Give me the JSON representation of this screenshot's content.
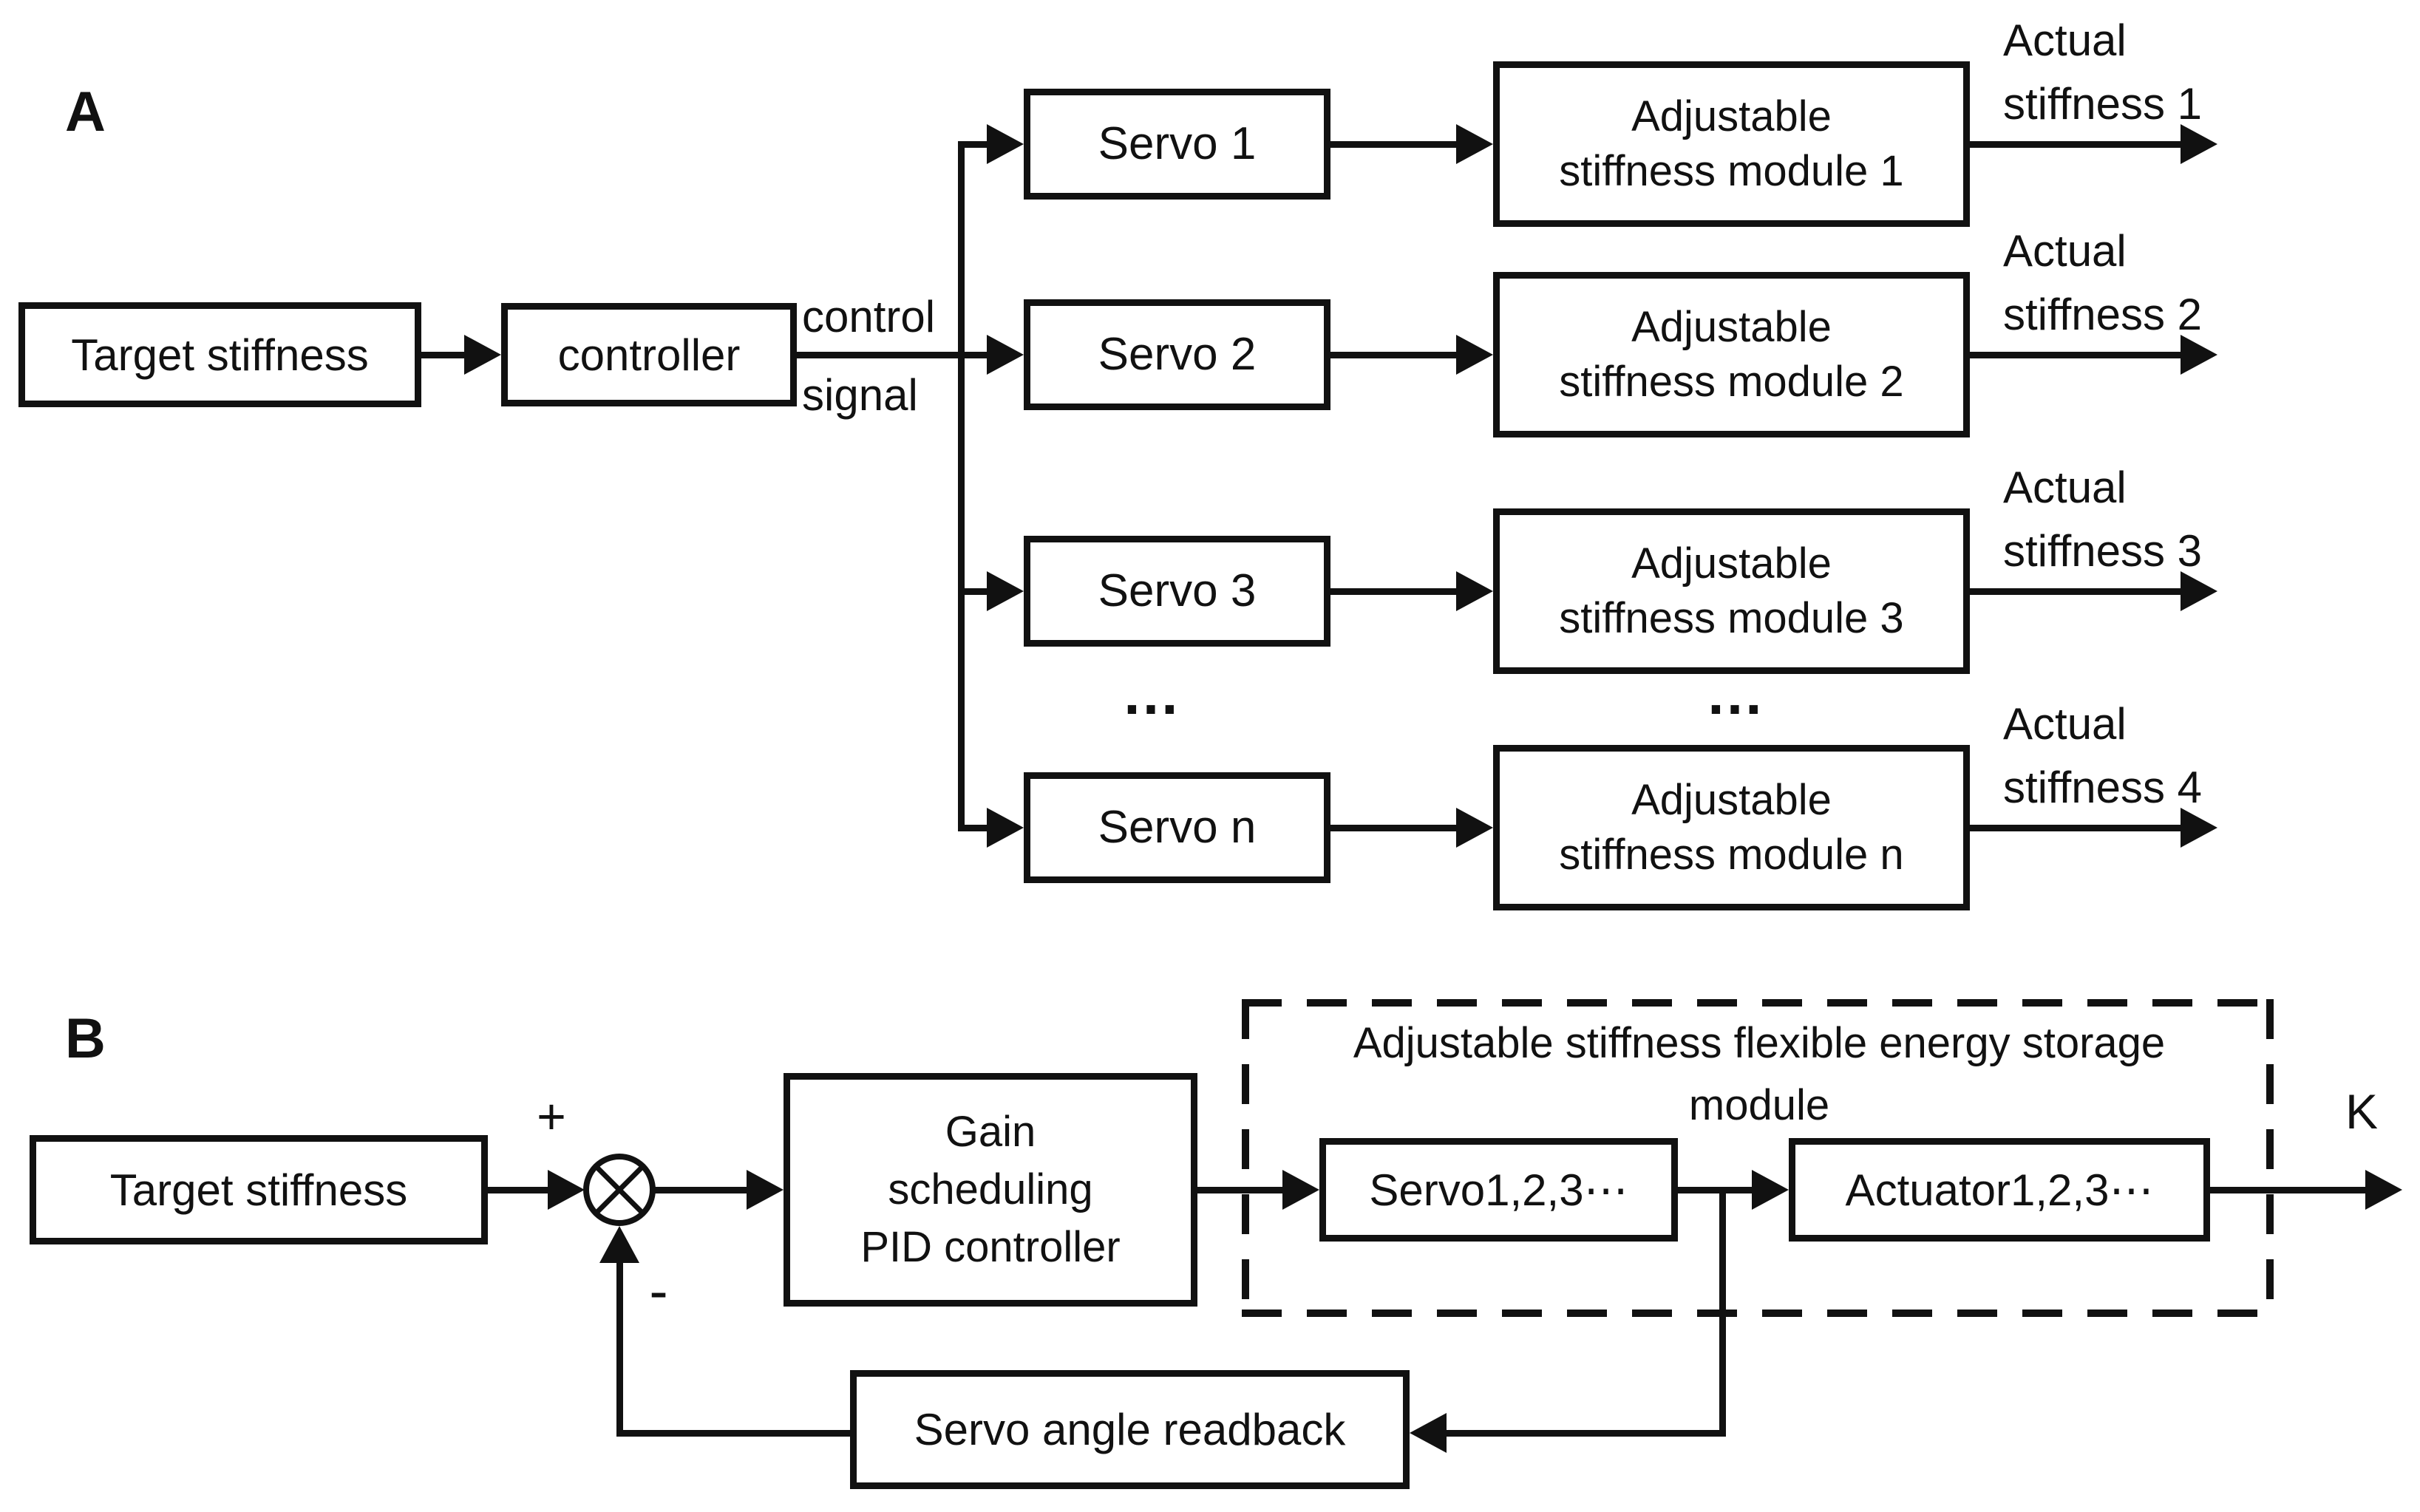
{
  "panelA": {
    "label": "A",
    "target": "Target stiffness",
    "controller": "controller",
    "signal_line1": "control",
    "signal_line2": "signal",
    "servo_ellipsis": "…",
    "module_ellipsis": "…",
    "servos": [
      "Servo 1",
      "Servo 2",
      "Servo 3",
      "Servo n"
    ],
    "modules": [
      {
        "line1": "Adjustable",
        "line2": "stiffness module 1"
      },
      {
        "line1": "Adjustable",
        "line2": "stiffness module 2"
      },
      {
        "line1": "Adjustable",
        "line2": "stiffness module 3"
      },
      {
        "line1": "Adjustable",
        "line2": "stiffness module n"
      }
    ],
    "outputs": [
      {
        "line1": "Actual",
        "line2": "stiffness 1"
      },
      {
        "line1": "Actual",
        "line2": "stiffness 2"
      },
      {
        "line1": "Actual",
        "line2": "stiffness 3"
      },
      {
        "line1": "Actual",
        "line2": "stiffness 4"
      }
    ]
  },
  "panelB": {
    "label": "B",
    "target": "Target stiffness",
    "plus": "+",
    "minus": "-",
    "pid": {
      "line1": "Gain",
      "line2": "scheduling",
      "line3": "PID controller"
    },
    "dashed_title_line1": "Adjustable stiffness flexible energy storage",
    "dashed_title_line2": "module",
    "servo": "Servo1,2,3⋯",
    "actuator": "Actuator1,2,3⋯",
    "readback": "Servo angle readback",
    "output": "K"
  },
  "colors": {
    "ink": "#111111",
    "background": "#ffffff"
  }
}
